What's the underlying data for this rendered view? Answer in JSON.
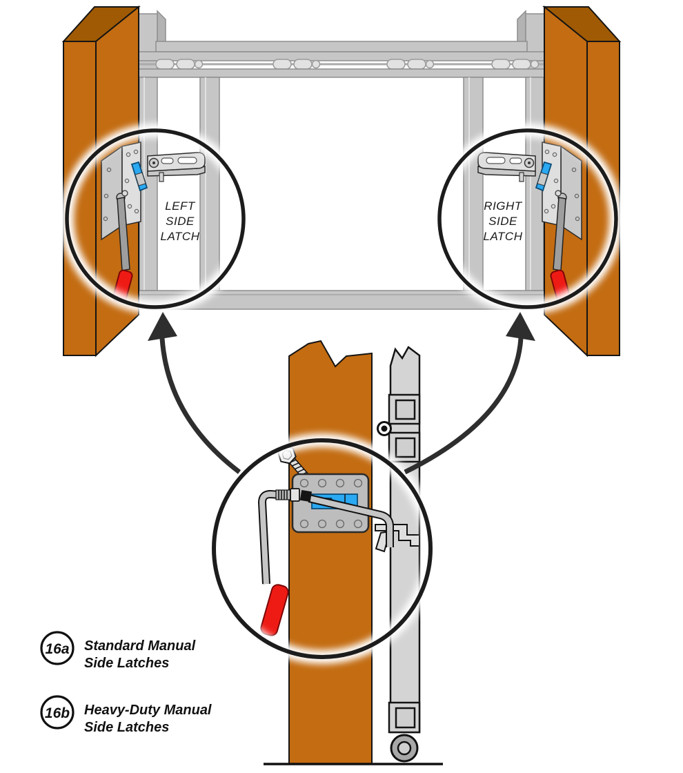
{
  "figure": {
    "callouts": {
      "left": [
        "LEFT",
        "SIDE",
        "LATCH"
      ],
      "right": [
        "RIGHT",
        "SIDE",
        "LATCH"
      ]
    },
    "legend": [
      {
        "badge": "16a",
        "lines": [
          "Standard Manual",
          "Side Latches"
        ]
      },
      {
        "badge": "16b",
        "lines": [
          "Heavy-Duty Manual",
          "Side Latches"
        ]
      }
    ],
    "colors": {
      "wood": "#C36C12",
      "wood_top": "#A05A04",
      "frame": "#C6C6C6",
      "frame_edge": "#8E8E8E",
      "steel": "#D4D4D4",
      "outline": "#141414",
      "latch_blue": "#2BA9F2",
      "handle_red": "#EE1B15",
      "arrow": "#2E2E2E"
    }
  }
}
